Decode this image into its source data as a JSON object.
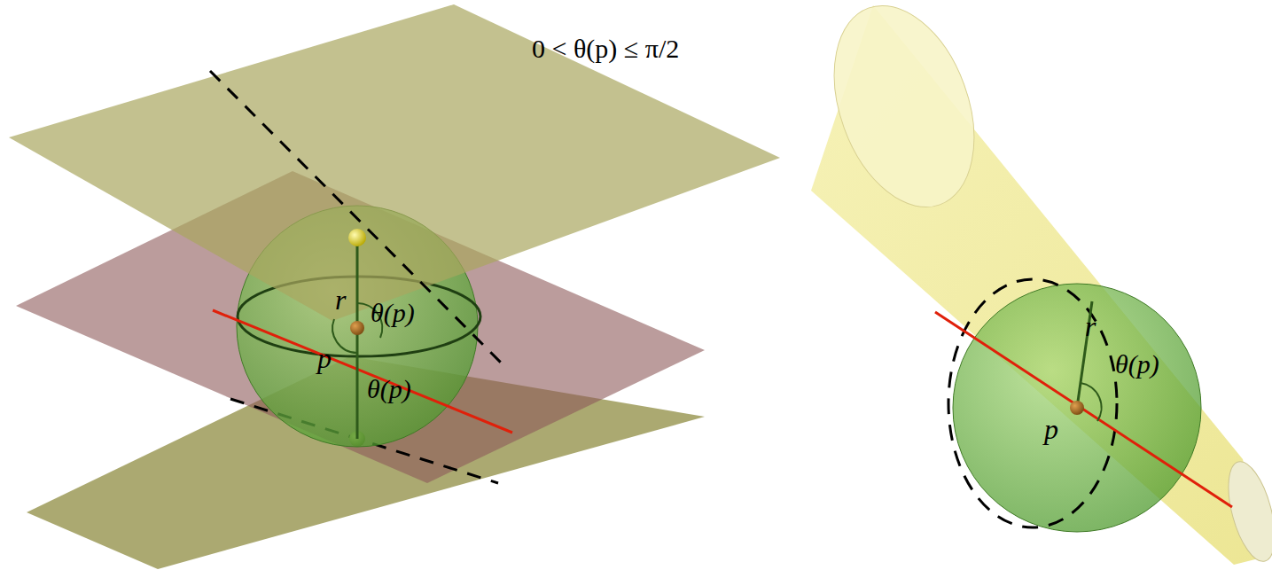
{
  "diagram": {
    "labels": [
      "0 < θ(p) ≤ π/2",
      "r",
      "θ(p)",
      "p",
      "θ(p)",
      "r",
      "θ(p)",
      "p"
    ]
  }
}
